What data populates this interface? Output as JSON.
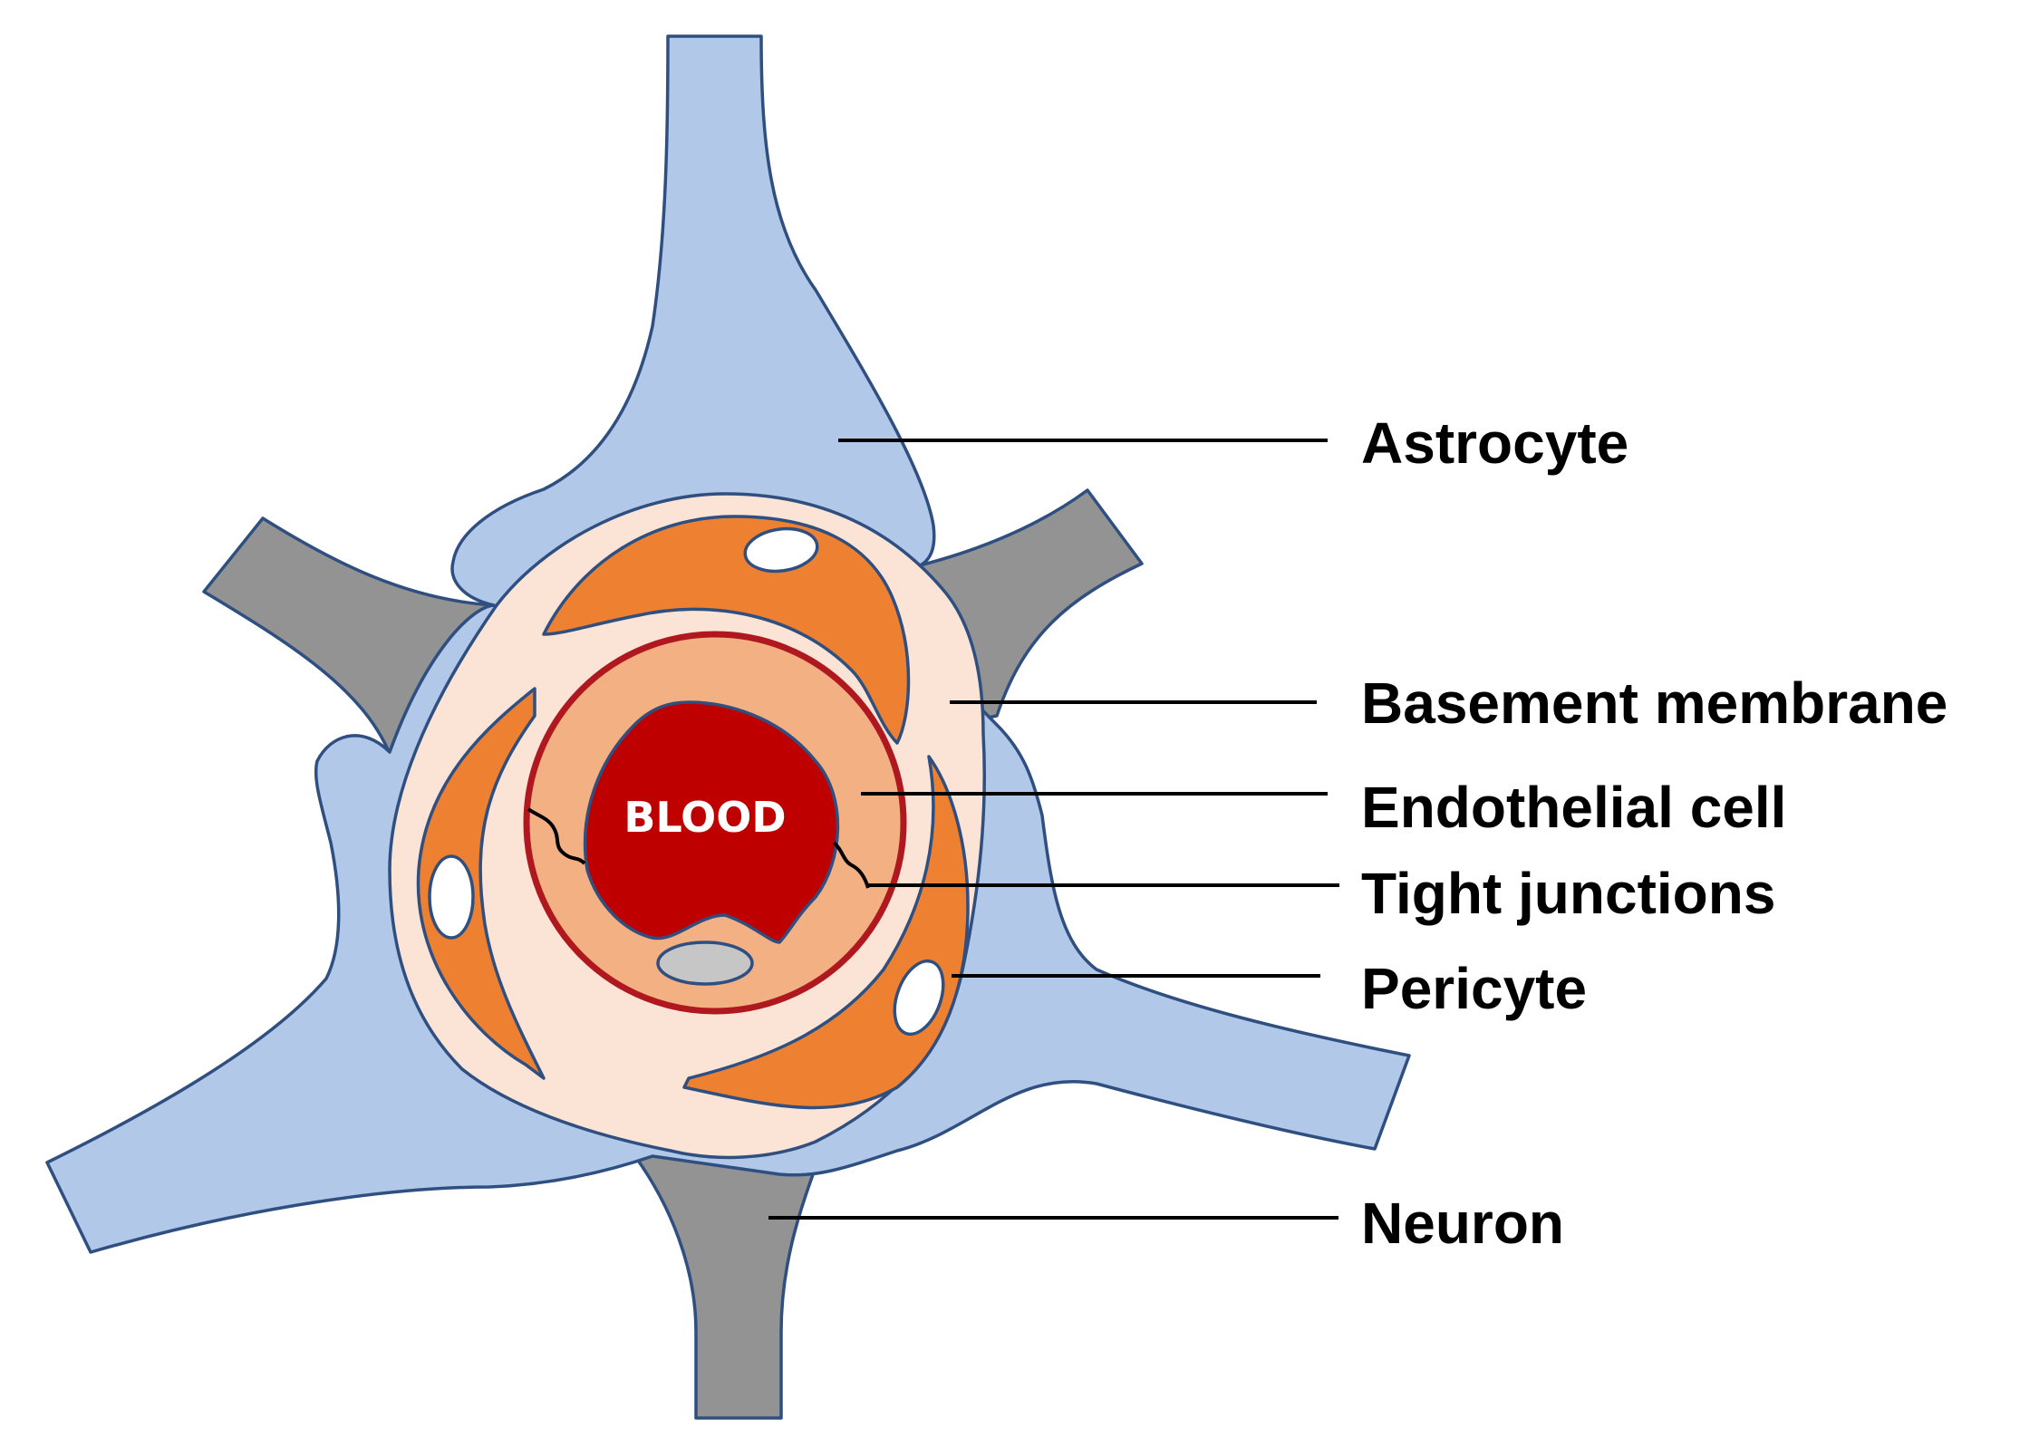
{
  "colors": {
    "astrocyte": "#b1c8e8",
    "neuron": "#939393",
    "basement_membrane": "#fbe4d6",
    "pericyte": "#ed8131",
    "endothelial": "#f3b183",
    "endothelial_ring": "#b01820",
    "blood": "#bf0000",
    "nucleus": "#c6c6c6",
    "outline": "#2f4f80"
  },
  "diagram": {
    "center_label": "BLOOD",
    "labels": {
      "astrocyte": "Astrocyte",
      "basement_membrane": "Basement membrane",
      "endothelial_cell": "Endothelial cell",
      "tight_junctions": "Tight junctions",
      "pericyte": "Pericyte",
      "neuron": "Neuron"
    }
  }
}
